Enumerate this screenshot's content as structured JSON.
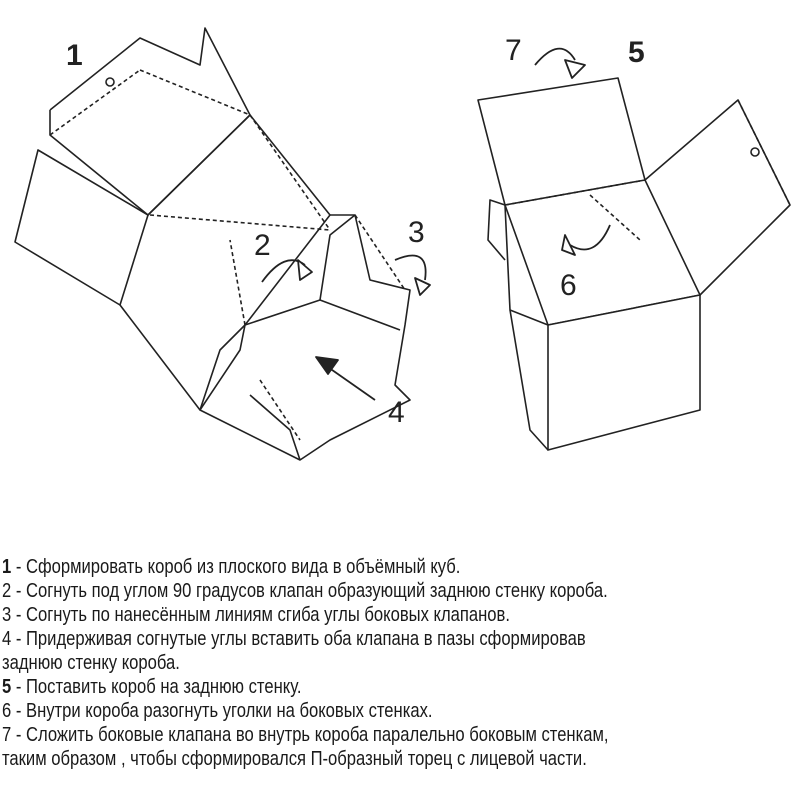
{
  "figure": {
    "labels": [
      "1",
      "2",
      "3",
      "4",
      "5",
      "6",
      "7"
    ]
  },
  "instructions": [
    {
      "num": "1",
      "bold": true,
      "text": " - Сформировать короб из плоского вида в объёмный куб."
    },
    {
      "num": "2",
      "bold": false,
      "text": " - Согнуть под углом 90 градусов клапан образующий заднюю стенку короба."
    },
    {
      "num": "3",
      "bold": false,
      "text": " - Согнуть по нанесённым линиям сгиба углы боковых клапанов."
    },
    {
      "num": "4",
      "bold": false,
      "text": " - Придерживая согнутые углы вставить оба клапана в пазы сформировав"
    },
    {
      "num": "",
      "bold": false,
      "text": "заднюю стенку короба."
    },
    {
      "num": "5",
      "bold": true,
      "text": " - Поставить  короб на заднюю стенку."
    },
    {
      "num": "6",
      "bold": false,
      "text": " - Внутри короба разогнуть уголки на боковых стенках."
    },
    {
      "num": "7",
      "bold": false,
      "text": " - Сложить боковые клапана во внутрь короба паралельно боковым стенкам,"
    },
    {
      "num": "",
      "bold": false,
      "text": "таким образом , чтобы сформировался П-образный торец с лицевой части."
    }
  ]
}
